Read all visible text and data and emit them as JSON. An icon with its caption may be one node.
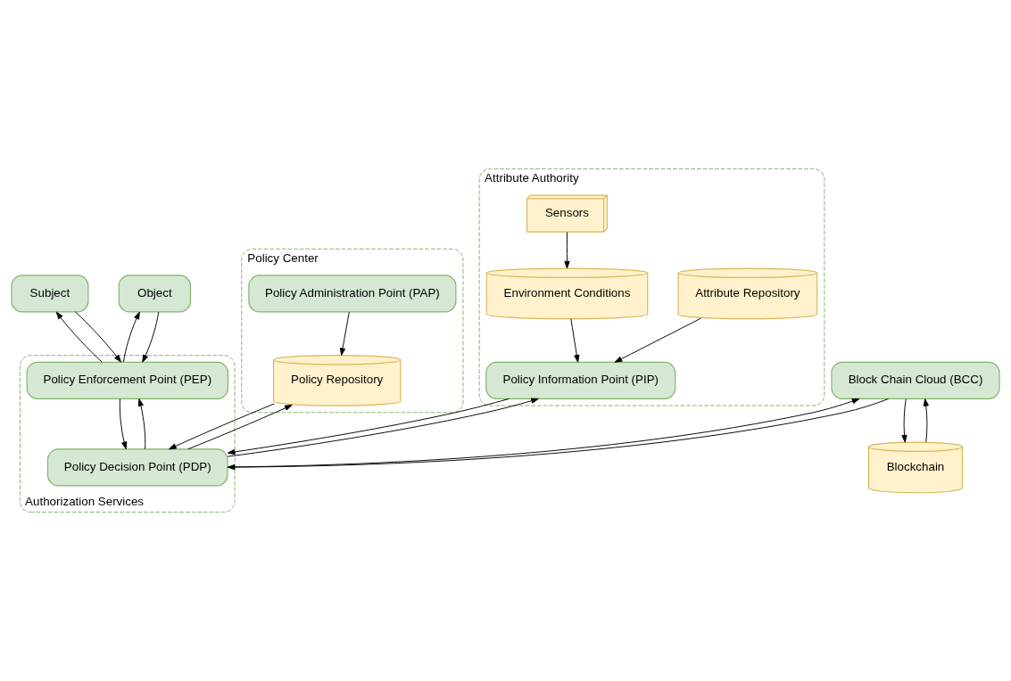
{
  "diagram": {
    "nodes": [
      {
        "text": [
          "Authorization Services"
        ]
      },
      {
        "text": [
          "Subject"
        ]
      },
      {
        "text": [
          "Policy Enforcement Point (PEP)"
        ],
        "in": 0
      },
      {
        "text": [
          "Object"
        ]
      },
      {
        "text": [
          "Policy Decision Point (PDP)"
        ],
        "in": 0
      },
      {
        "text": [
          "Block Chain Cloud (BCC)"
        ]
      },
      {
        "text": [
          "Blockchain"
        ]
      },
      {
        "text": [
          "Policy Center"
        ]
      },
      {
        "text": [
          "Policy Administration Point (PAP)"
        ],
        "in": 7
      },
      {
        "text": [
          "Policy Repository"
        ],
        "in": 7
      },
      {
        "text": [
          "Attribute Authority"
        ]
      },
      {
        "text": [
          "Policy Information Point (PIP)"
        ],
        "in": 10
      },
      {
        "text": [
          "Environment Conditions"
        ],
        "in": 10
      },
      {
        "text": [
          "Attribute Repository"
        ],
        "in": 10
      },
      {
        "text": [
          "Sensors"
        ],
        "in": 10
      }
    ],
    "edges": [
      {
        "from": 1,
        "to": 2,
        "arrow": "to"
      },
      {
        "from": 2,
        "to": 1,
        "arrow": "to"
      },
      {
        "from": 2,
        "to": 3,
        "arrow": "to"
      },
      {
        "from": 3,
        "to": 2,
        "arrow": "to"
      },
      {
        "from": 2,
        "to": 4,
        "arrow": "to"
      },
      {
        "from": 4,
        "to": 2,
        "arrow": "to"
      },
      {
        "from": 4,
        "to": 5,
        "arrow": "to"
      },
      {
        "from": 5,
        "to": 4,
        "arrow": "to"
      },
      {
        "from": 5,
        "to": 6,
        "arrow": "to"
      },
      {
        "from": 6,
        "to": 5,
        "arrow": "to"
      },
      {
        "from": 4,
        "to": 9,
        "arrow": "to"
      },
      {
        "from": 9,
        "to": 4,
        "arrow": "to"
      },
      {
        "from": 4,
        "to": 11,
        "arrow": "to"
      },
      {
        "from": 11,
        "to": 4,
        "arrow": "to"
      },
      {
        "from": 8,
        "to": 9,
        "arrow": "to"
      },
      {
        "from": 12,
        "to": 11,
        "arrow": "to"
      },
      {
        "from": 13,
        "to": 11,
        "arrow": "to"
      },
      {
        "from": 14,
        "to": 12,
        "arrow": "to"
      }
    ]
  }
}
